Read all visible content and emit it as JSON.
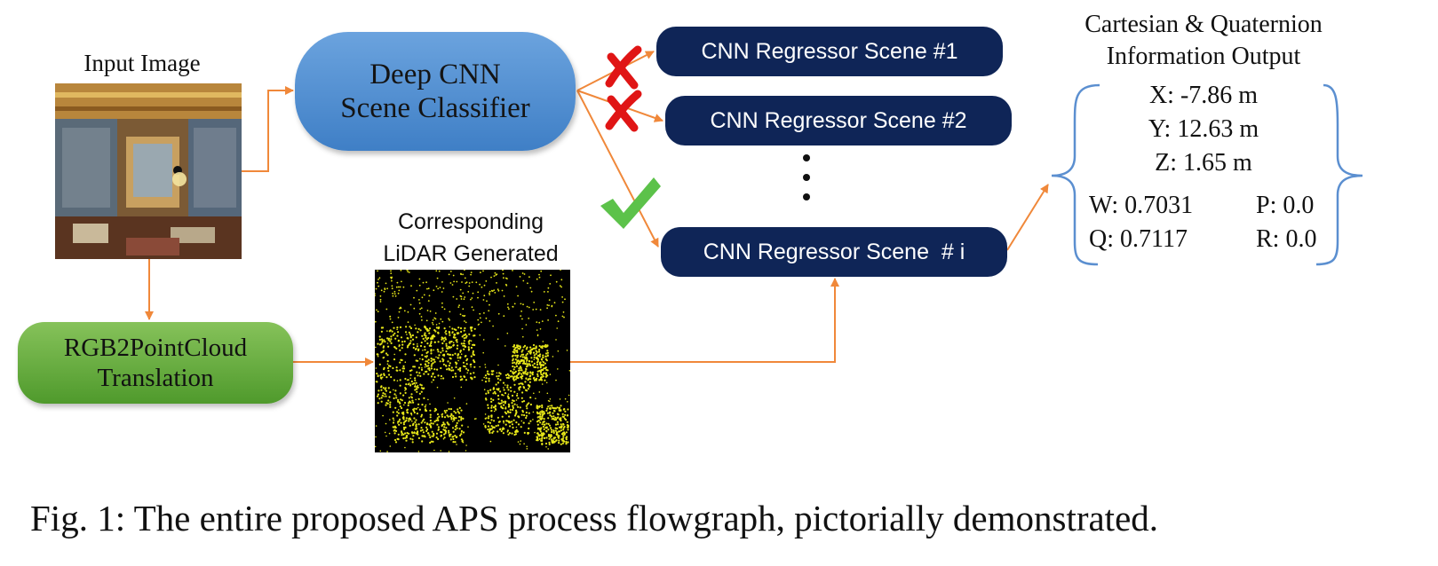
{
  "input": {
    "label": "Input Image"
  },
  "classifier": {
    "line1": "Deep CNN",
    "line2": "Scene Classifier"
  },
  "rgb2pointcloud": {
    "line1": "RGB2PointCloud",
    "line2": "Translation"
  },
  "lidar": {
    "line1": "Corresponding",
    "line2": "LiDAR Generated"
  },
  "regressors": [
    "CNN Regressor Scene #1",
    "CNN Regressor Scene #2",
    "CNN Regressor Scene  # i"
  ],
  "output": {
    "title1": "Cartesian & Quaternion",
    "title2": "Information Output",
    "x": "X: -7.86 m",
    "y": "Y: 12.63 m",
    "z": "Z: 1.65 m",
    "w": "W: 0.7031",
    "p": "P: 0.0",
    "q": "Q: 0.7117",
    "r": "R: 0.0"
  },
  "caption": "Fig. 1: The entire proposed APS process flowgraph, pictorially demonstrated.",
  "colors": {
    "arrow": "#f0883a",
    "classifier": "#4f8fd4",
    "translation": "#62ad3a",
    "regressor": "#0f2557",
    "reject": "#e01515",
    "accept": "#5cc24a",
    "brace": "#5b8fd0",
    "lidar_points": "#e6e619"
  },
  "icons": {
    "reject": "cross-mark-icon",
    "accept": "check-mark-icon"
  }
}
